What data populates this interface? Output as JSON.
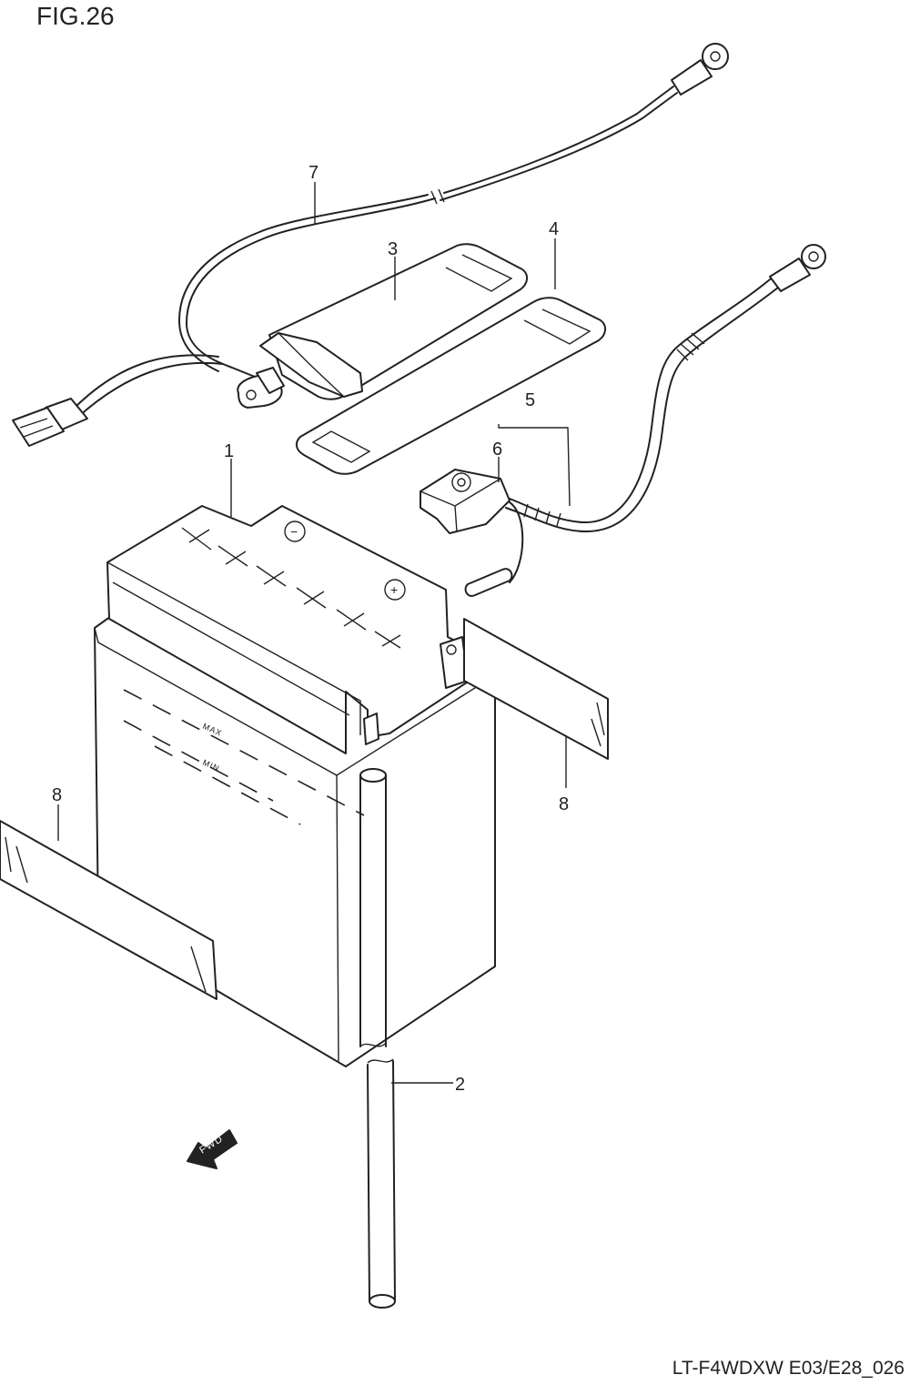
{
  "figure": {
    "title": "FIG.26",
    "code": "LT-F4WDXW E03/E28_026"
  },
  "callouts": [
    {
      "id": "1",
      "label": "1"
    },
    {
      "id": "2",
      "label": "2"
    },
    {
      "id": "3",
      "label": "3"
    },
    {
      "id": "4",
      "label": "4"
    },
    {
      "id": "5",
      "label": "5"
    },
    {
      "id": "6",
      "label": "6"
    },
    {
      "id": "7",
      "label": "7"
    },
    {
      "id": "8a",
      "label": "8"
    },
    {
      "id": "8b",
      "label": "8"
    }
  ],
  "battery_marks": {
    "max": "MAX",
    "min": "MIN",
    "minus": "−",
    "plus": "+"
  },
  "fwd_label": "FWD"
}
